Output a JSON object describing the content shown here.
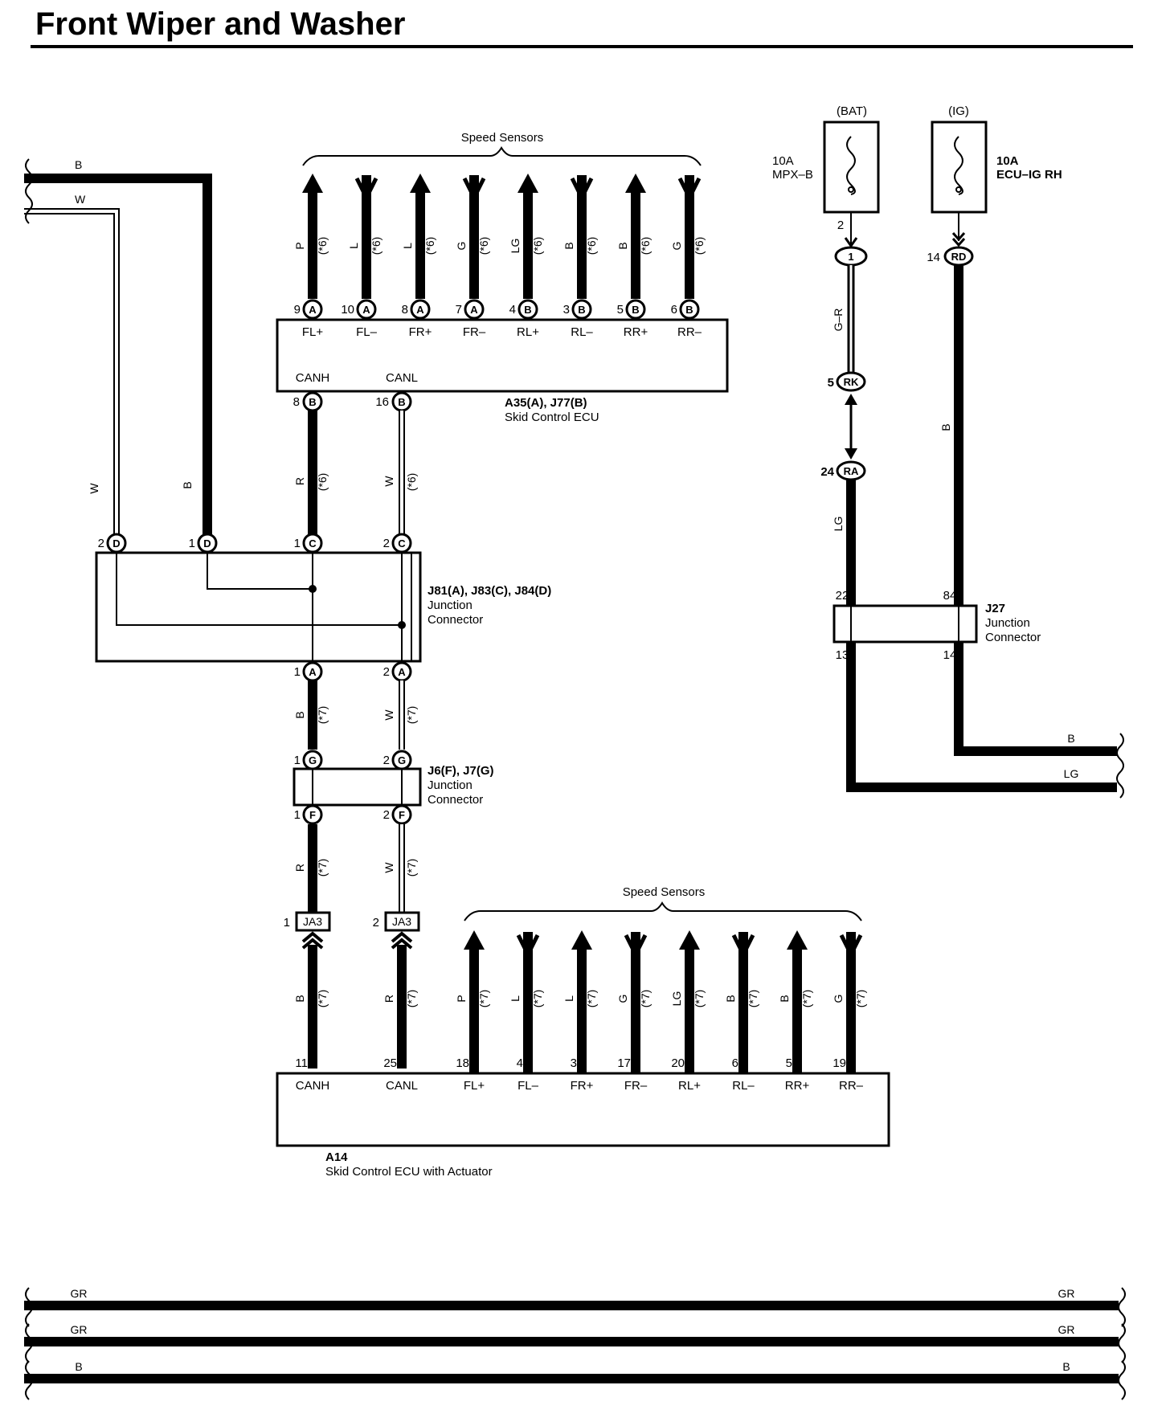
{
  "title": "Front Wiper and Washer",
  "speed_sensors_label": "Speed Sensors",
  "fuses": {
    "bat": {
      "source": "(BAT)",
      "rating": "10A",
      "name": "MPX–B"
    },
    "ig": {
      "source": "(IG)",
      "rating": "10A",
      "name": "ECU–IG RH"
    }
  },
  "ecu_top": {
    "name1": "A35(A), J77(B)",
    "name2": "Skid Control ECU",
    "pins": [
      {
        "num": "9",
        "conn": "A",
        "label": "FL+",
        "wire": "P",
        "note": "(*6)",
        "dir": "up"
      },
      {
        "num": "10",
        "conn": "A",
        "label": "FL–",
        "wire": "L",
        "note": "(*6)",
        "dir": "down"
      },
      {
        "num": "8",
        "conn": "A",
        "label": "FR+",
        "wire": "L",
        "note": "(*6)",
        "dir": "up"
      },
      {
        "num": "7",
        "conn": "A",
        "label": "FR–",
        "wire": "G",
        "note": "(*6)",
        "dir": "down"
      },
      {
        "num": "4",
        "conn": "B",
        "label": "RL+",
        "wire": "LG",
        "note": "(*6)",
        "dir": "up"
      },
      {
        "num": "3",
        "conn": "B",
        "label": "RL–",
        "wire": "B",
        "note": "(*6)",
        "dir": "down"
      },
      {
        "num": "5",
        "conn": "B",
        "label": "RR+",
        "wire": "B",
        "note": "(*6)",
        "dir": "up"
      },
      {
        "num": "6",
        "conn": "B",
        "label": "RR–",
        "wire": "G",
        "note": "(*6)",
        "dir": "down"
      }
    ],
    "can": [
      {
        "label": "CANH",
        "num": "8",
        "conn": "B",
        "wire": "R",
        "note": "(*6)"
      },
      {
        "label": "CANL",
        "num": "16",
        "conn": "B",
        "wire": "W",
        "note": "(*6)"
      }
    ]
  },
  "left_wires": {
    "top_b": "B",
    "top_w": "W",
    "v_w": "W",
    "v_b": "B"
  },
  "jc1": {
    "name1": "J81(A), J83(C), J84(D)",
    "name2": "Junction",
    "name3": "Connector",
    "top_pins": [
      {
        "num": "2",
        "conn": "D"
      },
      {
        "num": "1",
        "conn": "D"
      },
      {
        "num": "1",
        "conn": "C"
      },
      {
        "num": "2",
        "conn": "C"
      }
    ],
    "bottom_pins": [
      {
        "num": "1",
        "conn": "A",
        "wire": "B",
        "note": "(*7)"
      },
      {
        "num": "2",
        "conn": "A",
        "wire": "W",
        "note": "(*7)"
      }
    ]
  },
  "jc2": {
    "name1": "J6(F), J7(G)",
    "name2": "Junction",
    "name3": "Connector",
    "top_pins": [
      {
        "num": "1",
        "conn": "G"
      },
      {
        "num": "2",
        "conn": "G"
      }
    ],
    "bottom_pins": [
      {
        "num": "1",
        "conn": "F",
        "wire": "R",
        "note": "(*7)"
      },
      {
        "num": "2",
        "conn": "F",
        "wire": "W",
        "note": "(*7)"
      }
    ]
  },
  "ja3": [
    {
      "num": "1",
      "label": "JA3",
      "wire": "B",
      "note": "(*7)"
    },
    {
      "num": "2",
      "label": "JA3",
      "wire": "R",
      "note": "(*7)"
    }
  ],
  "ecu_bottom": {
    "name1": "A14",
    "name2": "Skid Control ECU with Actuator",
    "can": [
      {
        "num": "11",
        "label": "CANH"
      },
      {
        "num": "25",
        "label": "CANL"
      }
    ],
    "pins": [
      {
        "num": "18",
        "label": "FL+",
        "wire": "P",
        "note": "(*7)",
        "dir": "up"
      },
      {
        "num": "4",
        "label": "FL–",
        "wire": "L",
        "note": "(*7)",
        "dir": "down"
      },
      {
        "num": "3",
        "label": "FR+",
        "wire": "L",
        "note": "(*7)",
        "dir": "up"
      },
      {
        "num": "17",
        "label": "FR–",
        "wire": "G",
        "note": "(*7)",
        "dir": "down"
      },
      {
        "num": "20",
        "label": "RL+",
        "wire": "LG",
        "note": "(*7)",
        "dir": "up"
      },
      {
        "num": "6",
        "label": "RL–",
        "wire": "B",
        "note": "(*7)",
        "dir": "down"
      },
      {
        "num": "5",
        "label": "RR+",
        "wire": "B",
        "note": "(*7)",
        "dir": "up"
      },
      {
        "num": "19",
        "label": "RR–",
        "wire": "G",
        "note": "(*7)",
        "dir": "down"
      }
    ]
  },
  "right_circuit": {
    "bat_pin": "2",
    "c1_label": "1",
    "rd_num": "14",
    "rd_label": "RD",
    "wire_gr": "G–R",
    "rk_num": "5",
    "rk_label": "RK",
    "ra_num": "24",
    "ra_label": "RA",
    "wire_lg": "LG",
    "wire_b": "B",
    "j27": {
      "name1": "J27",
      "name2": "Junction",
      "name3": "Connector",
      "pin_22": "22",
      "pin_84": "84",
      "pin_13": "13",
      "pin_14": "14"
    },
    "out_b": "B",
    "out_lg": "LG"
  },
  "bottom_buses": [
    {
      "left": "GR",
      "right": "GR"
    },
    {
      "left": "GR",
      "right": "GR"
    },
    {
      "left": "B",
      "right": "B"
    }
  ]
}
